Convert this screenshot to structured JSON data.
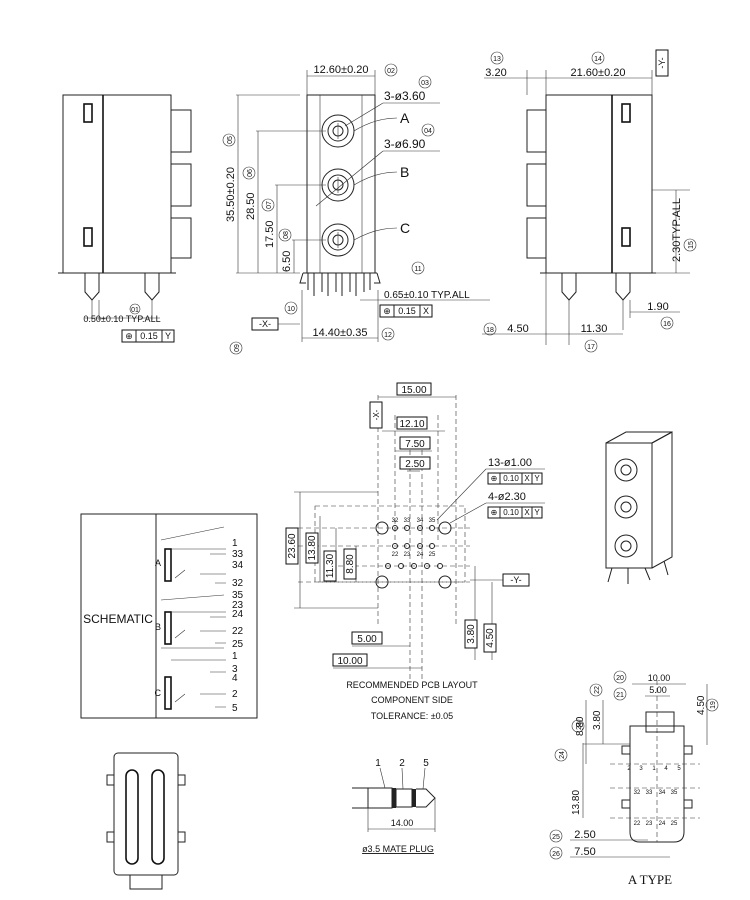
{
  "front_view": {
    "dims": [
      "12.60±0.20",
      "35.50±0.20",
      "28.50",
      "17.50",
      "6.50",
      "14.40±0.35",
      "0.65±0.10 TYP.ALL"
    ],
    "holes": [
      "3-ø3.60",
      "3-ø6.90"
    ],
    "callouts": [
      "02",
      "03",
      "04",
      "05",
      "06",
      "07",
      "08",
      "10",
      "11",
      "12",
      "09"
    ],
    "ports": [
      "A",
      "B",
      "C"
    ],
    "datum_x": "-X-",
    "gtol": [
      "⊕",
      "0.15",
      "X"
    ]
  },
  "side_view_left": {
    "dim": "0.50±0.10 TYP.ALL",
    "callout": "01",
    "gtol": [
      "⊕",
      "0.15",
      "Y"
    ]
  },
  "side_view_right": {
    "dims": [
      "3.20",
      "21.60±0.20",
      "2.30TYP.ALL",
      "1.90",
      "4.50",
      "11.30"
    ],
    "callouts": [
      "13",
      "14",
      "15",
      "16",
      "17",
      "18"
    ],
    "datum_y": "-Y-"
  },
  "pcb_layout": {
    "dims_h": [
      "15.00",
      "12.10",
      "7.50",
      "2.50",
      "5.00",
      "10.00"
    ],
    "dims_v": [
      "23.60",
      "13.80",
      "11.30",
      "8.80",
      "3.80",
      "4.50"
    ],
    "holes_small": "13-ø1.00",
    "holes_large": "4-ø2.30",
    "gtol_small": [
      "⊕",
      "0.10",
      "X",
      "Y"
    ],
    "gtol_large": [
      "⊕",
      "0.10",
      "X",
      "Y"
    ],
    "pin_top": [
      "32",
      "33",
      "34",
      "35"
    ],
    "pin_mid": [
      "22",
      "23",
      "24",
      "25"
    ],
    "datum_x": "-X-",
    "datum_y": "-Y-",
    "caption": [
      "RECOMMENDED PCB LAYOUT",
      "COMPONENT SIDE",
      "TOLERANCE: ±0.05"
    ]
  },
  "schematic": {
    "title": "SCHEMATIC",
    "ports": [
      "A",
      "B",
      "C"
    ],
    "pins_a": [
      "1",
      "33",
      "34",
      "32",
      "35"
    ],
    "pins_b": [
      "23",
      "24",
      "22",
      "25"
    ],
    "pins_c": [
      "1",
      "3",
      "4",
      "2",
      "5"
    ]
  },
  "plug": {
    "labels": [
      "1",
      "2",
      "5"
    ],
    "dim": "14.00",
    "caption": "ø3.5 MATE PLUG"
  },
  "a_type": {
    "dims": [
      "10.00",
      "5.00",
      "8.80",
      "3.80",
      "4.50",
      "13.80",
      "2.50",
      "7.50"
    ],
    "callouts": [
      "20",
      "21",
      "22",
      "23",
      "19",
      "24",
      "25",
      "26"
    ],
    "pins_row1": [
      "2",
      "3",
      "1",
      "4",
      "5"
    ],
    "pins_row2": [
      "32",
      "33",
      "34",
      "35"
    ],
    "pins_row3": [
      "22",
      "23",
      "24",
      "25"
    ],
    "caption": "A TYPE"
  }
}
